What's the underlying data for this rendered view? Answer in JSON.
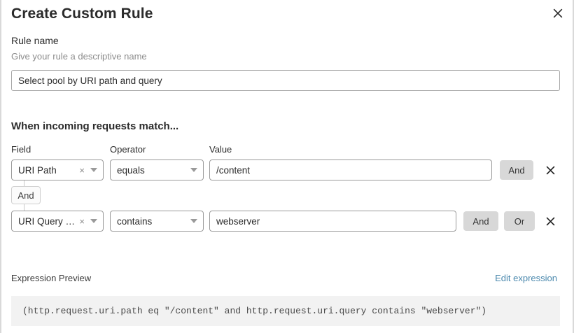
{
  "dialog": {
    "title": "Create Custom Rule",
    "close_icon": "close-icon"
  },
  "rule_name": {
    "label": "Rule name",
    "help_text": "Give your rule a descriptive name",
    "value": "Select pool by URI path and query",
    "placeholder": "Select pool by URI path and query"
  },
  "conditions": {
    "heading": "When incoming requests match...",
    "columns": {
      "field": "Field",
      "operator": "Operator",
      "value": "Value"
    },
    "connector": {
      "label": "And"
    },
    "rows": [
      {
        "field": "URI Path",
        "field_clear_icon": "clear-x-icon",
        "operator": "equals",
        "value": "/content",
        "buttons": [
          "And"
        ],
        "remove_icon": "remove-x-icon"
      },
      {
        "field": "URI Query St...",
        "field_clear_icon": "clear-x-icon",
        "operator": "contains",
        "value": "webserver",
        "buttons": [
          "And",
          "Or"
        ],
        "remove_icon": "remove-x-icon"
      }
    ]
  },
  "expression_preview": {
    "label": "Expression Preview",
    "edit_link": "Edit expression",
    "code": "(http.request.uri.path eq \"/content\" and http.request.uri.query contains \"webserver\")"
  },
  "colors": {
    "link": "#4a88ad",
    "button_bg": "#d8d8d8",
    "code_bg": "#f2f2f2",
    "text": "#2b2b2b",
    "muted_text": "#8c8c8c"
  }
}
